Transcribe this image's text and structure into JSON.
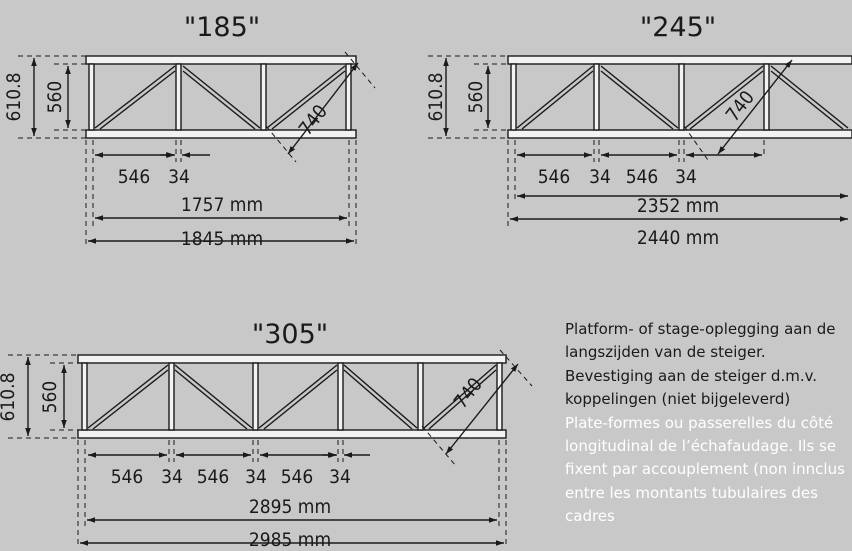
{
  "trusses": [
    {
      "title": "\"185\"",
      "outer_height": "610.8",
      "inner_height": "560",
      "diagonal": "740",
      "bay": "546",
      "post": "34",
      "inner_length": "1757 mm",
      "outer_length": "1845 mm"
    },
    {
      "title": "\"245\"",
      "outer_height": "610.8",
      "inner_height": "560",
      "diagonal": "740",
      "bay": "546",
      "post": "34",
      "inner_length": "2352 mm",
      "outer_length": "2440 mm"
    },
    {
      "title": "\"305\"",
      "outer_height": "610.8",
      "inner_height": "560",
      "diagonal": "740",
      "bay": "546",
      "post": "34",
      "inner_length": "2895 mm",
      "outer_length": "2985 mm"
    }
  ],
  "description": {
    "nl": [
      "Platform- of stage-oplegging aan de",
      "langszijden van de steiger.",
      "Bevestiging aan de steiger d.m.v.",
      "koppelingen (niet bijgeleverd)"
    ],
    "fr": [
      "Plate-formes ou passerelles du côté",
      "longitudinal de l’échafaudage. Ils se",
      "fixent par accouplement (non innclus",
      "entre les montants tubulaires des",
      "cadres"
    ]
  },
  "colors": {
    "background": "#c8c8c8",
    "truss_fill": "#f2f2f2",
    "line": "#1a1a1a",
    "french_text": "#ffffff"
  }
}
